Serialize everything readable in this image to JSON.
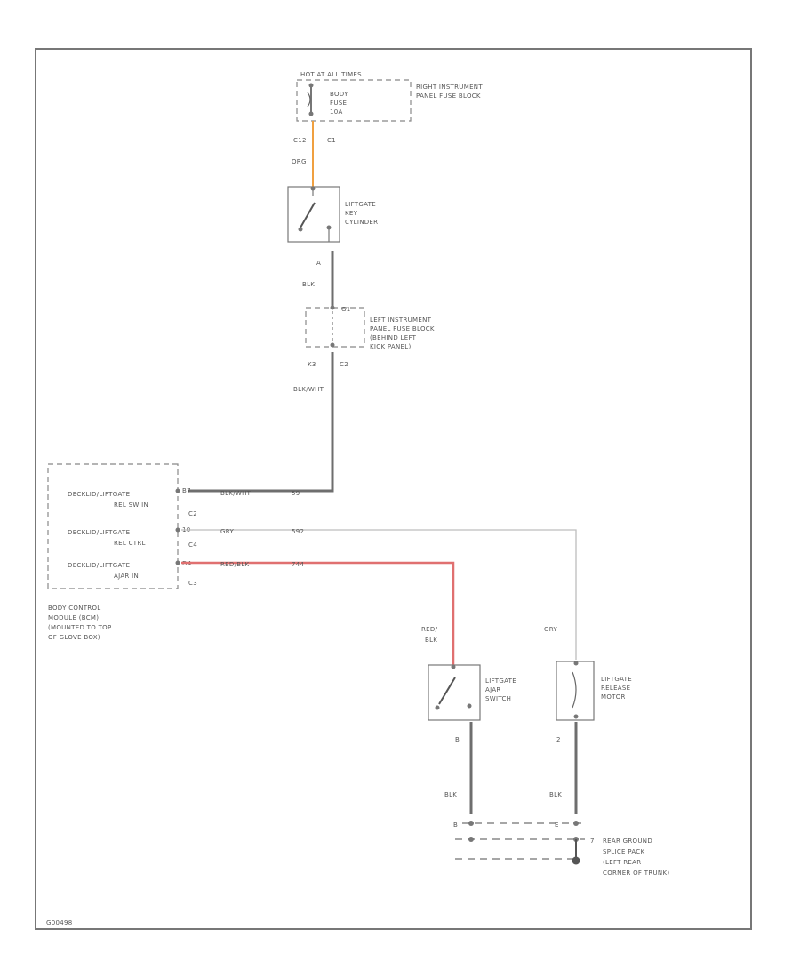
{
  "fuse_block": {
    "hot_label": "HOT AT ALL TIMES",
    "fuse_line1": "BODY",
    "fuse_line2": "FUSE",
    "fuse_line3": "10A",
    "name_line1": "RIGHT INSTRUMENT",
    "name_line2": "PANEL FUSE BLOCK",
    "conn_left": "C12",
    "conn_right": "C1"
  },
  "wire_org": {
    "color_label": "ORG",
    "color": "#f0a040"
  },
  "key_cylinder": {
    "line1": "LIFTGATE",
    "line2": "KEY",
    "line3": "CYLINDER",
    "pin": "A"
  },
  "wire_blk_1": {
    "color_label": "BLK"
  },
  "left_fuse_block": {
    "pin_top": "G1",
    "line1": "LEFT INSTRUMENT",
    "line2": "PANEL FUSE BLOCK",
    "line3": "(BEHIND LEFT",
    "line4": "KICK PANEL)",
    "conn_left": "K3",
    "conn_right": "C2"
  },
  "wire_blk_wht": {
    "color_label": "BLK/WHT"
  },
  "bcm": {
    "item1_line1": "DECKLID/LIFTGATE",
    "item1_line2": "REL SW IN",
    "item2_line1": "DECKLID/LIFTGATE",
    "item2_line2": "REL CTRL",
    "item3_line1": "DECKLID/LIFTGATE",
    "item3_line2": "AJAR IN",
    "pin1": "B7",
    "conn1": "C2",
    "pin2": "10",
    "conn2": "C4",
    "pin3": "D4",
    "conn3": "C3",
    "name_line1": "BODY CONTROL",
    "name_line2": "MODULE (BCM)",
    "name_line3": "(MOUNTED TO TOP",
    "name_line4": "OF GLOVE BOX)"
  },
  "row_wires": {
    "w1_color": "BLK/WHT",
    "w1_circuit": "59",
    "w2_color": "GRY",
    "w2_circuit": "592",
    "w3_color": "RED/BLK",
    "w3_circuit": "744",
    "red_color": "#e07070",
    "gray_color": "#bdbdbd"
  },
  "ajar_switch": {
    "wire_label_1": "RED/",
    "wire_label_2": "BLK",
    "line1": "LIFTGATE",
    "line2": "AJAR",
    "line3": "SWITCH",
    "pin": "B",
    "ground_wire": "BLK"
  },
  "release_motor": {
    "wire_label": "GRY",
    "line1": "LIFTGATE",
    "line2": "RELEASE",
    "line3": "MOTOR",
    "pin": "2",
    "ground_wire": "BLK"
  },
  "ground_splice": {
    "pin_left": "B",
    "pin_right": "E",
    "pin_mid": "7",
    "line1": "REAR GROUND",
    "line2": "SPLICE PACK",
    "line3": "(LEFT REAR",
    "line4": "CORNER OF TRUNK)"
  },
  "footer": {
    "code": "G00498"
  }
}
